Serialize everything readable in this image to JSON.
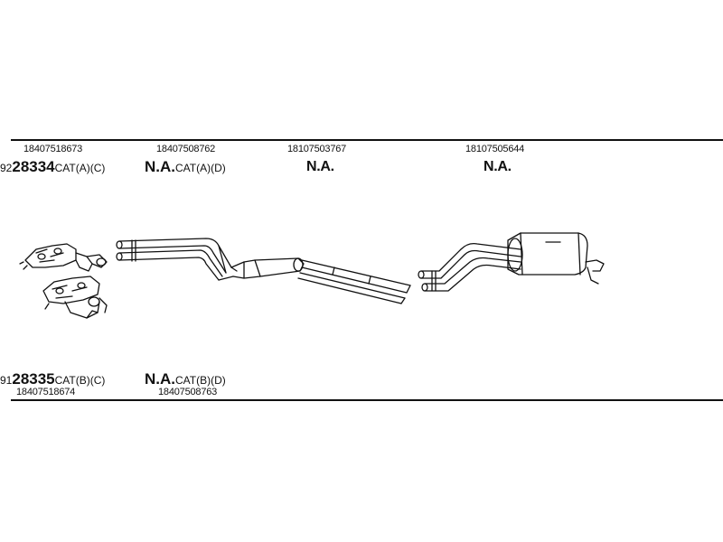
{
  "top_row": {
    "part1": "18407518673",
    "part2": "18407508762",
    "part3": "18107503767",
    "part4": "18107505644"
  },
  "top_codes": {
    "code1_prefix": "92",
    "code1_number": "28334",
    "code1_suffix": "CAT(A)(C)",
    "code2_na": "N.A.",
    "code2_suffix": "CAT(A)(D)",
    "code3_na": "N.A.",
    "code4_na": "N.A."
  },
  "bottom_codes": {
    "code1_prefix": "91",
    "code1_number": "28335",
    "code1_suffix": "CAT(B)(C)",
    "code2_na": "N.A.",
    "code2_suffix": "CAT(B)(D)"
  },
  "bottom_row": {
    "part1": "18407518674",
    "part2": "18407508763"
  }
}
